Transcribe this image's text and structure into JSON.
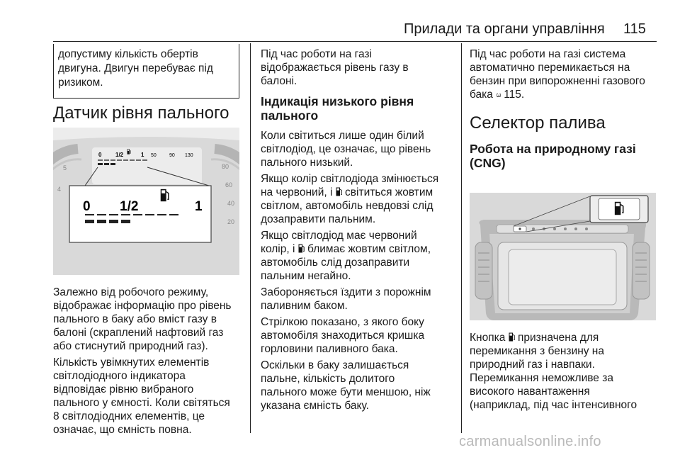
{
  "header": {
    "title": "Прилади та органи управління",
    "page_number": "115"
  },
  "col1": {
    "warning_lines": [
      "допустиму кількість обертів",
      "двигуна. Двигун перебуває під",
      "ризиком."
    ],
    "heading": "Датчик рівня пального",
    "figure": {
      "top_scale": [
        "0",
        "1/2",
        "1"
      ],
      "top_temp_scale": [
        "50",
        "90",
        "130"
      ],
      "gauge_left_numbers": [
        "5",
        "4"
      ],
      "gauge_right_numbers": [
        "80",
        "60",
        "40",
        "20"
      ],
      "zoom_labels": [
        "0",
        "1/2",
        "1"
      ]
    },
    "para1": [
      "Залежно від робочого режиму,",
      "відображає інформацію про рівень",
      "пального в баку або вміст газу в",
      "балоні (скраплений нафтовий газ",
      "або стиснутий природний газ)."
    ],
    "para2": [
      "Кількість увімкнутих елементів",
      "світлодіодного індикатора",
      "відповідає рівню вибраного",
      "пального у ємності. Коли світяться",
      "8 світлодіодних елементів, це",
      "означає, що ємність повна."
    ]
  },
  "col2": {
    "para1": [
      "Під час роботи на газі",
      "відображається рівень газу в",
      "балоні."
    ],
    "heading": [
      "Індикація низького рівня",
      "пального"
    ],
    "para2": [
      "Коли світиться лише один білий",
      "світлодіод, це означає, що рівень",
      "пального низький."
    ],
    "para3": {
      "l1": "Якщо колір світлодіода змінюється",
      "l2a": "на червоний, і",
      "l2b": "світиться жовтим",
      "l3": "світлом, автомобіль невдовзі слід",
      "l4": "дозаправити пальним."
    },
    "para4": {
      "l1": "Якщо світлодіод має червоний",
      "l2a": "колір, і",
      "l2b": "блимає жовтим світлом,",
      "l3": "автомобіль слід дозаправити",
      "l4": "пальним негайно."
    },
    "para5": [
      "Забороняється їздити з порожнім",
      "паливним баком."
    ],
    "para6": [
      "Стрілкою показано, з якого боку",
      "автомобіля знаходиться кришка",
      "горловини паливного бака."
    ],
    "para7": [
      "Оскільки в баку залишається",
      "пальне, кількість долитого",
      "пального може бути меншою, ніж",
      "указана ємність баку."
    ]
  },
  "col3": {
    "para1": {
      "l1": "Під час роботи на газі система",
      "l2": "автоматично перемикається на",
      "l3": "бензин при випорожненні газового",
      "l4a": "бака",
      "l4_arrow": "3",
      "l4b": "115."
    },
    "heading": "Селектор палива",
    "subheading": [
      "Робота на природному газі",
      "(CNG)"
    ],
    "para2": {
      "l1a": "Кнопка",
      "l1b": "призначена для",
      "l2": "перемикання з бензину на",
      "l3": "природний газ і навпаки.",
      "l4": "Перемикання неможливе за",
      "l5": "високого навантаження",
      "l6": "(наприклад, під час інтенсивного"
    }
  },
  "watermark": "carmanualsonline.info"
}
